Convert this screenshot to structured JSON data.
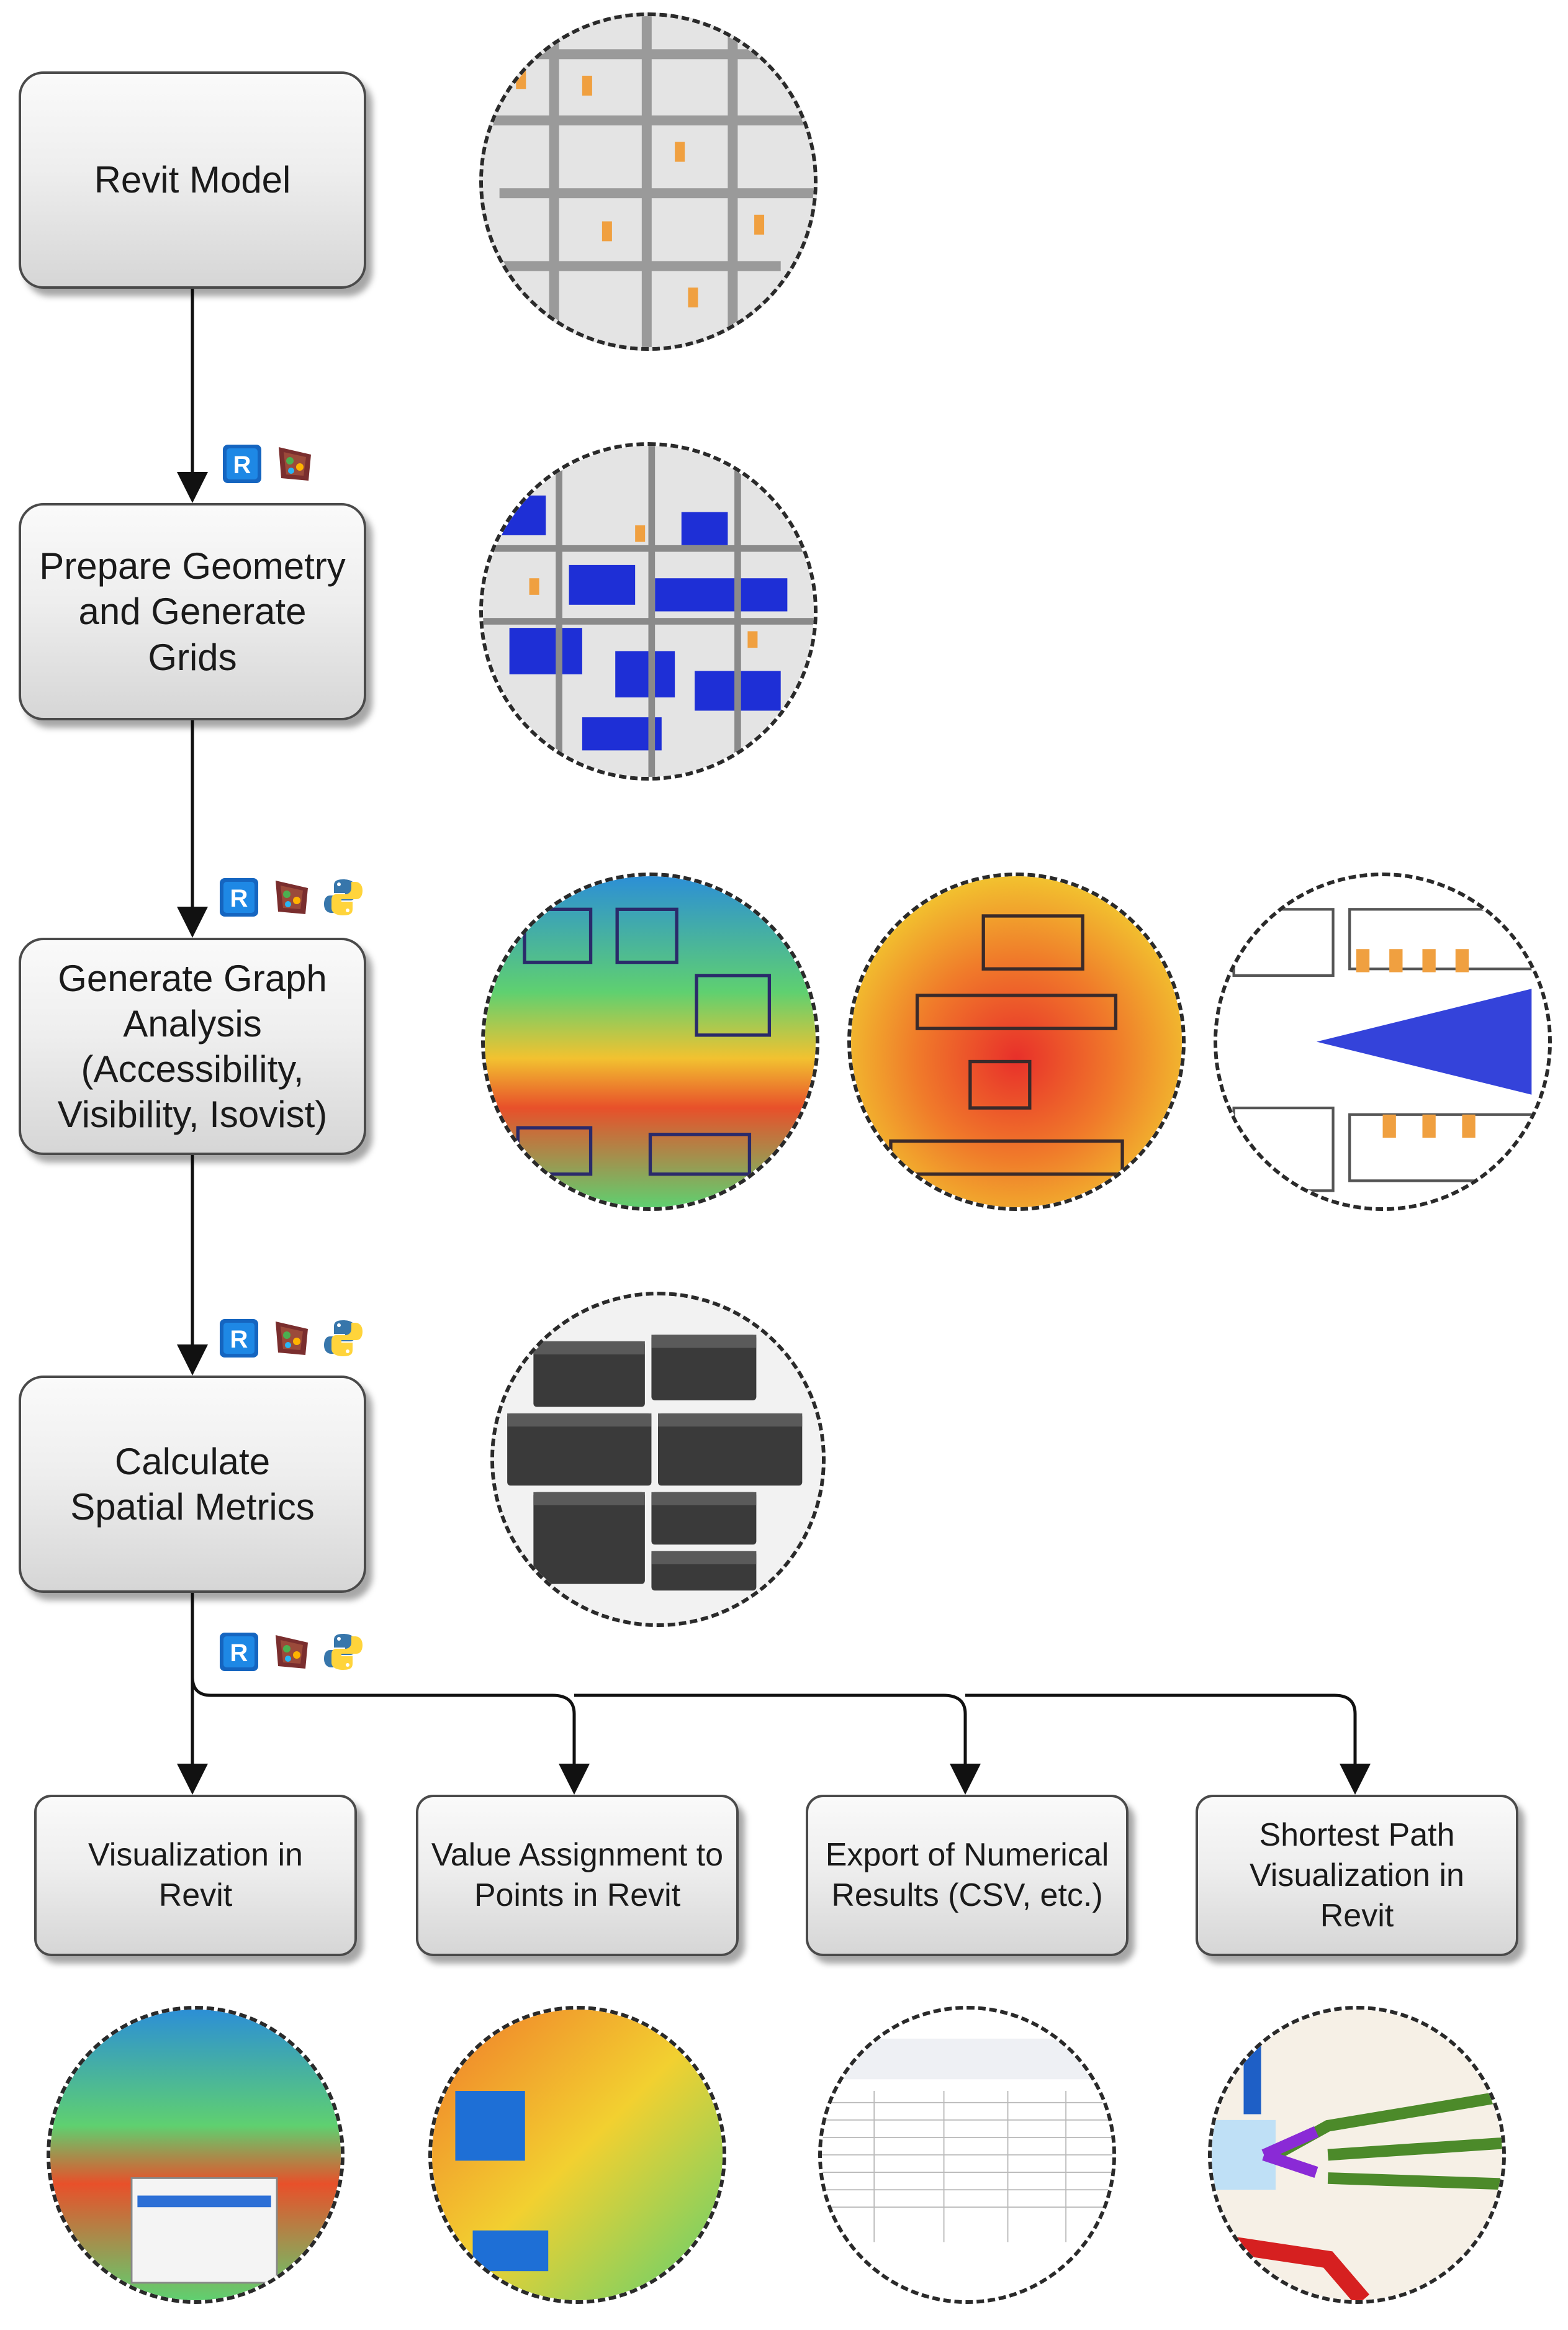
{
  "steps": [
    {
      "label": "Revit Model"
    },
    {
      "label": "Prepare Geometry and Generate Grids"
    },
    {
      "label": "Generate Graph Analysis (Accessibility, Visibility, Isovist)"
    },
    {
      "label": "Calculate Spatial Metrics"
    }
  ],
  "outputs": [
    {
      "label": "Visualization in Revit"
    },
    {
      "label": "Value Assignment to Points in Revit"
    },
    {
      "label": "Export of Numerical Results (CSV, etc.)"
    },
    {
      "label": "Shortest Path Visualization in Revit"
    }
  ],
  "icons": [
    "revit-icon",
    "dynamo-icon",
    "python-icon"
  ],
  "colors": {
    "arrow": "#111111",
    "grid_blue": "#1e2fd6",
    "door_orange": "#f0a040"
  }
}
